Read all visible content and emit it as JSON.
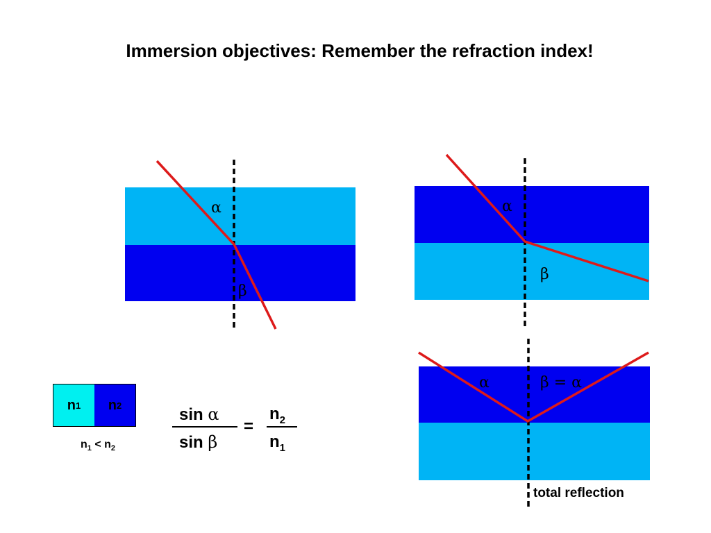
{
  "title": "Immersion objectives: Remember the refraction index!",
  "colors": {
    "light_blue": "#00b4f5",
    "dark_blue": "#0000f0",
    "cyan": "#00f0f0",
    "ray": "#dd1a1a",
    "normal": "#000000"
  },
  "panels": {
    "top_left": {
      "upper_label": "α",
      "lower_label": "β"
    },
    "top_right": {
      "upper_label": "α",
      "lower_label": "β"
    },
    "bottom_right": {
      "left_label": "α",
      "right_label": "β = α",
      "caption": "total reflection"
    }
  },
  "legend": {
    "n1": "n",
    "n1_sub": "1",
    "n2": "n",
    "n2_sub": "2",
    "relation_a": "n",
    "relation_a_sub": "1",
    "relation_op": " < ",
    "relation_b": "n",
    "relation_b_sub": "2"
  },
  "formula": {
    "num_left": "sin ",
    "num_left_greek": "α",
    "den_left": "sin ",
    "den_left_greek": "β",
    "equals": "=",
    "num_right": "n",
    "num_right_sub": "2",
    "den_right": "n",
    "den_right_sub": "1"
  }
}
